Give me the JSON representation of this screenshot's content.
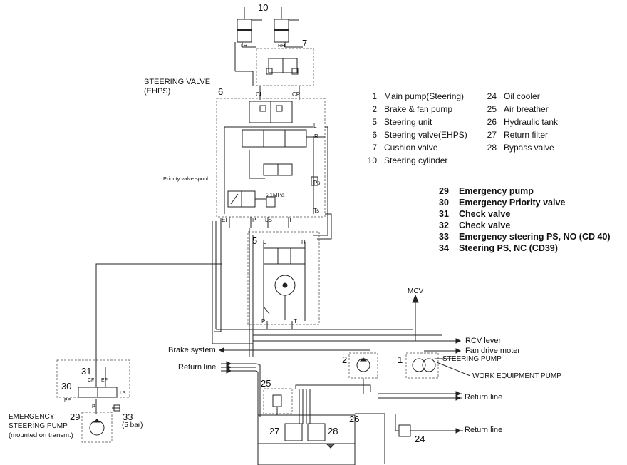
{
  "title": {
    "line1": "STEERING  VALVE",
    "line2": "(EHPS)"
  },
  "component_numbers": {
    "n10": "10",
    "n7": "7",
    "n6": "6",
    "n5": "5",
    "n2": "2",
    "n1": "1",
    "n25": "25",
    "n26": "26",
    "n27": "27",
    "n28": "28",
    "n24": "24",
    "n31": "31",
    "n30": "30",
    "n29": "29",
    "n33": "33"
  },
  "port_labels": {
    "lh": "LH",
    "rh": "RH",
    "cl": "CL",
    "cr": "CR",
    "l_right": "L",
    "r_right": "R",
    "ps": "Ps",
    "ts": "Ts",
    "ef": "EF",
    "p": "P",
    "ls": "LS",
    "t": "T",
    "unit_l": "L",
    "unit_r": "R",
    "unit_p": "P",
    "unit_t": "T",
    "cf30": "CF",
    "ef30": "EF",
    "pp30": "PP",
    "ls30": "LS",
    "p30": "P"
  },
  "annotations": {
    "priority_spool": "Priority valve spool",
    "pressure": "21MPa",
    "mcv": "MCV",
    "rcv": "RCV lever",
    "fan_drive": "Fan drive moter",
    "brake_system": "Brake system",
    "return_line_left": "Return line",
    "return_line_right1": "Return line",
    "return_line_right2": "Return line",
    "steering_pump": "STEERING  PUMP",
    "work_pump": "WORK EQUIPMENT  PUMP",
    "emergency_pump": "EMERGENCY",
    "emergency_pump2": "STEERING  PUMP",
    "emergency_pump3": "(mounted on transm.)",
    "five_bar": "(5 bar)"
  },
  "legend_left": [
    {
      "num": "1",
      "text": "Main pump(Steering)"
    },
    {
      "num": "2",
      "text": "Brake & fan pump"
    },
    {
      "num": "5",
      "text": "Steering unit"
    },
    {
      "num": "6",
      "text": "Steering valve(EHPS)"
    },
    {
      "num": "7",
      "text": "Cushion valve"
    },
    {
      "num": "10",
      "text": "Steering cylinder"
    }
  ],
  "legend_right": [
    {
      "num": "24",
      "text": "Oil cooler"
    },
    {
      "num": "25",
      "text": "Air breather"
    },
    {
      "num": "26",
      "text": "Hydraulic tank"
    },
    {
      "num": "27",
      "text": "Return filter"
    },
    {
      "num": "28",
      "text": "Bypass valve"
    }
  ],
  "legend_bold": [
    {
      "num": "29",
      "text": "Emergency pump"
    },
    {
      "num": "30",
      "text": "Emergency Priority valve"
    },
    {
      "num": "31",
      "text": "Check valve"
    },
    {
      "num": "32",
      "text": "Check valve"
    },
    {
      "num": "33",
      "text": "Emergency steering PS, NO (CD 40)"
    },
    {
      "num": "34",
      "text": "Steering PS, NC (CD39)"
    }
  ],
  "colors": {
    "line": "#222222",
    "dash": "#777777",
    "paper": "#ffffff"
  }
}
